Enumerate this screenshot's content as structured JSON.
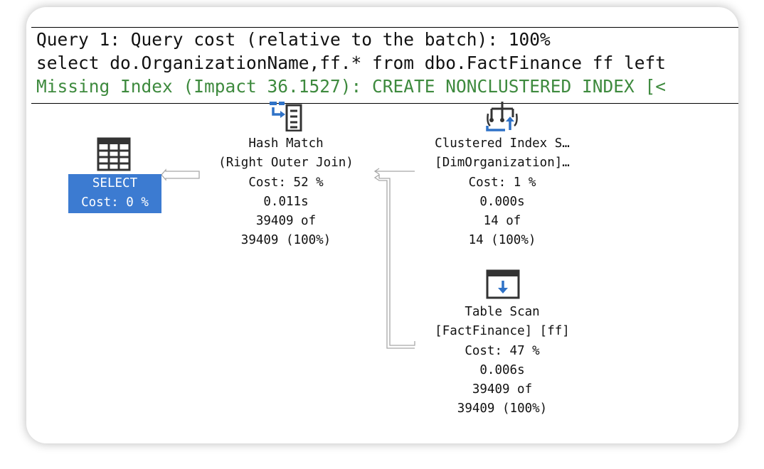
{
  "header": {
    "line1": "Query 1: Query cost (relative to the batch): 100%",
    "line2": "select do.OrganizationName,ff.* from dbo.FactFinance ff left",
    "line3": "Missing Index (Impact 36.1527): CREATE NONCLUSTERED INDEX [<"
  },
  "colors": {
    "missing_index_text": "#3e8a3e",
    "selected_node_bg": "#3c7bd1",
    "icon_blue": "#2f72c7",
    "icon_dark": "#333333",
    "arrow_gray": "#a8a8a8"
  },
  "nodes": {
    "select": {
      "icon": "table-grid-icon",
      "label": "SELECT",
      "cost": "Cost: 0 %"
    },
    "hash_match": {
      "icon": "hash-match-icon",
      "label": "Hash Match",
      "detail": "(Right Outer Join)",
      "cost": "Cost: 52 %",
      "time": "0.011s",
      "rows_of": "39409 of",
      "rows_est": "39409 (100%)"
    },
    "clustered_index_scan": {
      "icon": "clustered-index-scan-icon",
      "label": "Clustered Index S…",
      "detail": "[DimOrganization]…",
      "cost": "Cost: 1 %",
      "time": "0.000s",
      "rows_of": "14 of",
      "rows_est": "14 (100%)"
    },
    "table_scan": {
      "icon": "table-scan-icon",
      "label": "Table Scan",
      "detail": "[FactFinance] [ff]",
      "cost": "Cost: 47 %",
      "time": "0.006s",
      "rows_of": "39409 of",
      "rows_est": "39409 (100%)"
    }
  }
}
